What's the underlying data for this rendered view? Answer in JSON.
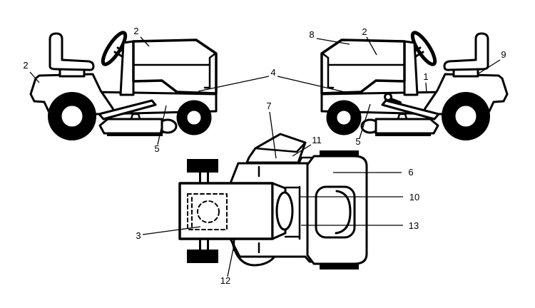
{
  "colors": {
    "ink": "#000000",
    "background": "#ffffff"
  },
  "views": [
    {
      "name": "left side view",
      "callout_labels": [
        "2",
        "2",
        "5",
        "4"
      ]
    },
    {
      "name": "right side view",
      "callout_labels": [
        "8",
        "2",
        "4",
        "1",
        "9",
        "5"
      ]
    },
    {
      "name": "top view",
      "callout_labels": [
        "7",
        "11",
        "6",
        "10",
        "13",
        "3",
        "12"
      ]
    }
  ],
  "callouts": [
    {
      "id": "left-hood-decal",
      "label": "2"
    },
    {
      "id": "left-fender-decal",
      "label": "2"
    },
    {
      "id": "left-deck-decal",
      "label": "5"
    },
    {
      "id": "center-hood-side",
      "label": "4"
    },
    {
      "id": "right-hood-top",
      "label": "8"
    },
    {
      "id": "right-hood-decal",
      "label": "2"
    },
    {
      "id": "right-seat-bracket",
      "label": "9"
    },
    {
      "id": "right-chassis",
      "label": "1"
    },
    {
      "id": "right-deck-decal",
      "label": "5"
    },
    {
      "id": "top-chute",
      "label": "7"
    },
    {
      "id": "top-chute-handle",
      "label": "11"
    },
    {
      "id": "top-rear-fender",
      "label": "6"
    },
    {
      "id": "top-dash",
      "label": "10"
    },
    {
      "id": "top-seat",
      "label": "13"
    },
    {
      "id": "top-engine",
      "label": "3"
    },
    {
      "id": "top-footrest",
      "label": "12"
    }
  ]
}
